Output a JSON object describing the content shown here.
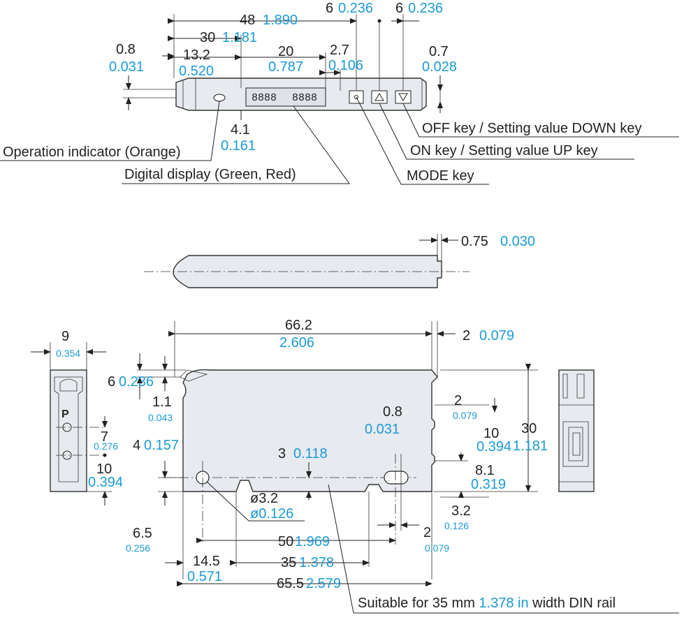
{
  "colors": {
    "black_text": "#222222",
    "blue_text": "#1a9ad6",
    "body_fill": "#e7eaef"
  },
  "top_view": {
    "dims": {
      "d48": {
        "mm": "48",
        "in": "1.890"
      },
      "d30": {
        "mm": "30",
        "in": "1.181"
      },
      "d6a": {
        "mm": "6",
        "in": "0.236"
      },
      "d6b": {
        "mm": "6",
        "in": "0.236"
      },
      "d08": {
        "mm": "0.8",
        "in": "0.031"
      },
      "d132": {
        "mm": "13.2",
        "in": "0.520"
      },
      "d20": {
        "mm": "20",
        "in": "0.787"
      },
      "d27": {
        "mm": "2.7",
        "in": "0.106"
      },
      "d07": {
        "mm": "0.7",
        "in": "0.028"
      },
      "d41": {
        "mm": "4.1",
        "in": "0.161"
      }
    },
    "display_digits": "8888",
    "callouts": {
      "off_key": "OFF key / Setting value DOWN key",
      "on_key": "ON key / Setting value UP key",
      "operation_indicator": "Operation indicator (Orange)",
      "mode_key": "MODE key",
      "digital_display": "Digital display (Green, Red)"
    }
  },
  "side_view": {
    "d075": {
      "mm": "0.75",
      "in": "0.030"
    }
  },
  "front_view": {
    "dims": {
      "d662": {
        "mm": "66.2",
        "in": "2.606"
      },
      "d2a": {
        "mm": "2",
        "in": "0.079"
      },
      "d6": {
        "mm": "6",
        "in": "0.236"
      },
      "d11": {
        "mm": "1.1",
        "in": "0.043"
      },
      "d08": {
        "mm": "0.8",
        "in": "0.031"
      },
      "d2b": {
        "mm": "2",
        "in": "0.079"
      },
      "d30": {
        "mm": "30",
        "in": "1.181"
      },
      "d10": {
        "mm": "10",
        "in": "0.394"
      },
      "d4": {
        "mm": "4",
        "in": "0.157"
      },
      "d3": {
        "mm": "3",
        "in": "0.118"
      },
      "d81": {
        "mm": "8.1",
        "in": "0.319"
      },
      "dia": {
        "mm": "ø3.2",
        "in": "ø0.126"
      },
      "d32": {
        "mm": "3.2",
        "in": "0.126"
      },
      "d2c": {
        "mm": "2",
        "in": "0.079"
      },
      "d50": {
        "mm": "50",
        "in": "1.969"
      },
      "d65": {
        "mm": "6.5",
        "in": "0.256"
      },
      "d145": {
        "mm": "14.5",
        "in": "0.571"
      },
      "d35": {
        "mm": "35",
        "in": "1.378"
      },
      "d655": {
        "mm": "65.5",
        "in": "2.579"
      }
    },
    "din_rail": {
      "prefix": "Suitable for 35 mm ",
      "inch": "1.378 in",
      "suffix": " width DIN rail"
    }
  },
  "left_view": {
    "dims": {
      "d9": {
        "mm": "9",
        "in": "0.354"
      },
      "d7": {
        "mm": "7",
        "in": "0.276"
      },
      "d10": {
        "mm": "10",
        "in": "0.394"
      }
    },
    "logo_letter": "P"
  }
}
